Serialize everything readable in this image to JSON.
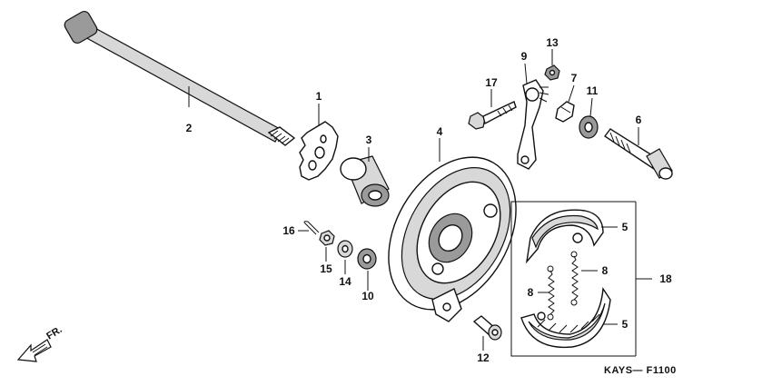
{
  "diagram": {
    "callouts": [
      {
        "id": "c1",
        "text": "1"
      },
      {
        "id": "c2",
        "text": "2"
      },
      {
        "id": "c3",
        "text": "3"
      },
      {
        "id": "c4",
        "text": "4"
      },
      {
        "id": "c5a",
        "text": "5"
      },
      {
        "id": "c5b",
        "text": "5"
      },
      {
        "id": "c6",
        "text": "6"
      },
      {
        "id": "c7",
        "text": "7"
      },
      {
        "id": "c8a",
        "text": "8"
      },
      {
        "id": "c8b",
        "text": "8"
      },
      {
        "id": "c9",
        "text": "9"
      },
      {
        "id": "c10",
        "text": "10"
      },
      {
        "id": "c11",
        "text": "11"
      },
      {
        "id": "c12",
        "text": "12"
      },
      {
        "id": "c13",
        "text": "13"
      },
      {
        "id": "c14",
        "text": "14"
      },
      {
        "id": "c15",
        "text": "15"
      },
      {
        "id": "c16",
        "text": "16"
      },
      {
        "id": "c17",
        "text": "17"
      },
      {
        "id": "c18",
        "text": "18"
      }
    ],
    "direction_label": "FR.",
    "drawing_code": "KAYS— F1100"
  }
}
